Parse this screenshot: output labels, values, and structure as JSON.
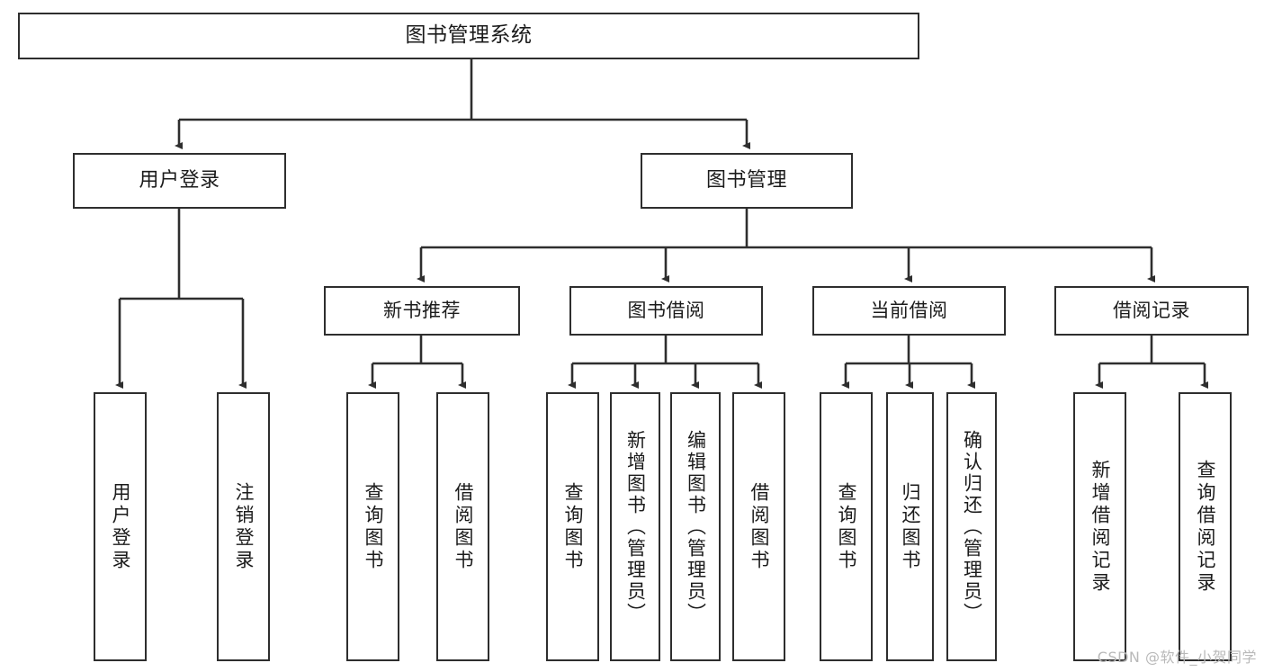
{
  "diagram": {
    "type": "tree-hierarchy",
    "title": "图书管理系统",
    "root": {
      "id": "root",
      "label": "图书管理系统"
    },
    "level1": [
      {
        "id": "user-login",
        "label": "用户登录"
      },
      {
        "id": "book-manage",
        "label": "图书管理"
      }
    ],
    "level2": [
      {
        "id": "new-book-rec",
        "label": "新书推荐",
        "parent": "book-manage"
      },
      {
        "id": "book-borrow",
        "label": "图书借阅",
        "parent": "book-manage"
      },
      {
        "id": "current-borrow",
        "label": "当前借阅",
        "parent": "book-manage"
      },
      {
        "id": "borrow-record",
        "label": "借阅记录",
        "parent": "book-manage"
      }
    ],
    "leaves": [
      {
        "id": "lf-user-login",
        "label": "用户登录",
        "parent": "user-login"
      },
      {
        "id": "lf-logout",
        "label": "注销登录",
        "parent": "user-login"
      },
      {
        "id": "lf-query-book-1",
        "label": "查询图书",
        "parent": "new-book-rec"
      },
      {
        "id": "lf-borrow-book-1",
        "label": "借阅图书",
        "parent": "new-book-rec"
      },
      {
        "id": "lf-query-book-2",
        "label": "查询图书",
        "parent": "book-borrow"
      },
      {
        "id": "lf-add-book",
        "label": "新增图书（管理员）",
        "parent": "book-borrow"
      },
      {
        "id": "lf-edit-book",
        "label": "编辑图书（管理员）",
        "parent": "book-borrow"
      },
      {
        "id": "lf-borrow-book-2",
        "label": "借阅图书",
        "parent": "book-borrow"
      },
      {
        "id": "lf-query-book-3",
        "label": "查询图书",
        "parent": "current-borrow"
      },
      {
        "id": "lf-return-book",
        "label": "归还图书",
        "parent": "current-borrow"
      },
      {
        "id": "lf-confirm-return",
        "label": "确认归还（管理员）",
        "parent": "current-borrow"
      },
      {
        "id": "lf-add-record",
        "label": "新增借阅记录",
        "parent": "borrow-record"
      },
      {
        "id": "lf-query-record",
        "label": "查询借阅记录",
        "parent": "borrow-record"
      }
    ],
    "colors": {
      "box_border": "#2e2e2e",
      "box_fill": "#ffffff",
      "edge": "#2e2e2e",
      "text": "#1b1b1b",
      "watermark": "#b9b9b9",
      "background": "#ffffff"
    }
  },
  "watermark": {
    "text": "CSDN @软件_小贺同学"
  }
}
